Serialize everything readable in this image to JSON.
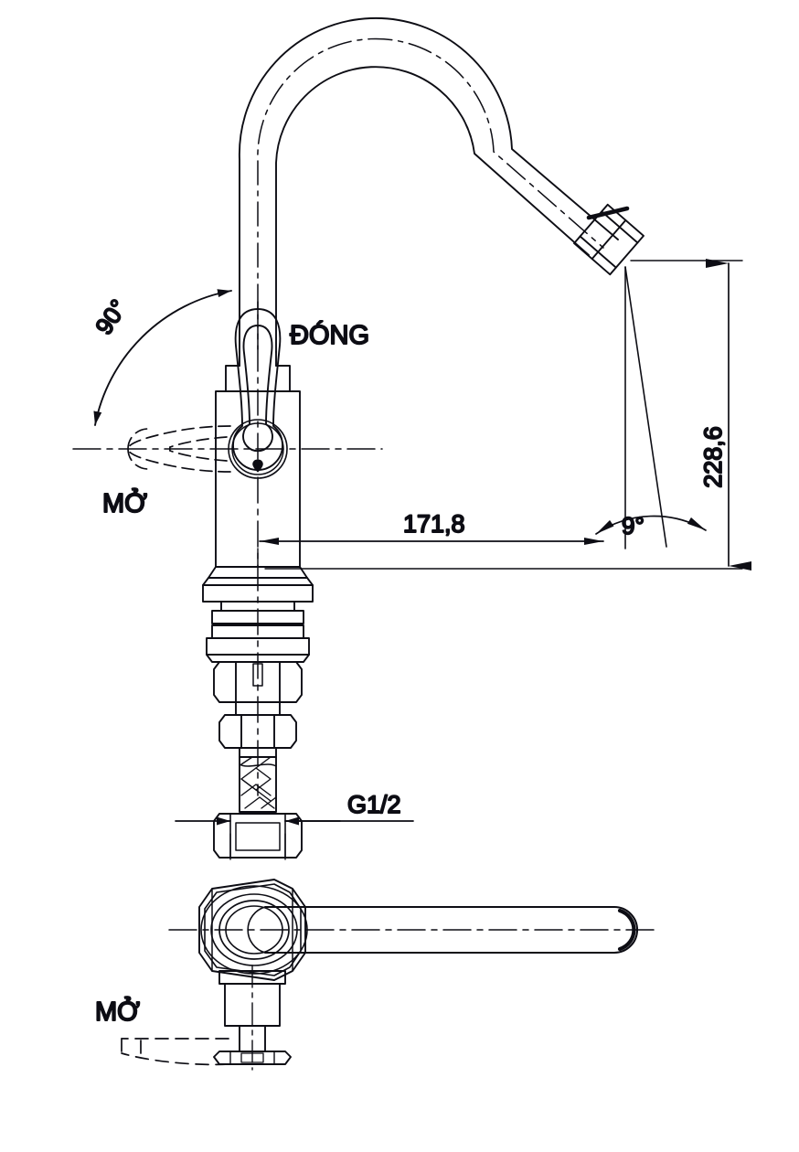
{
  "drawing": {
    "title": "Single-lever faucet dimensioned drawing",
    "units": "mm",
    "line_color": "#0d0d14",
    "background": "#ffffff"
  },
  "labels": {
    "close": "ĐÓNG",
    "open_side": "MỞ",
    "open_top": "MỞ"
  },
  "dimensions": {
    "rotation_angle": "90°",
    "reach": "171,8",
    "height": "228,6",
    "spout_angle": "9°",
    "thread": "G1/2"
  },
  "views": [
    {
      "name": "front-elevation",
      "label": ""
    },
    {
      "name": "top-plan",
      "label": ""
    }
  ],
  "chart_data": {
    "type": "table",
    "title": "Faucet dimensions",
    "categories": [
      "rotation_angle",
      "reach",
      "height",
      "spout_angle",
      "thread"
    ],
    "values": [
      "90°",
      "171,8",
      "228,6",
      "9°",
      "G1/2"
    ]
  }
}
